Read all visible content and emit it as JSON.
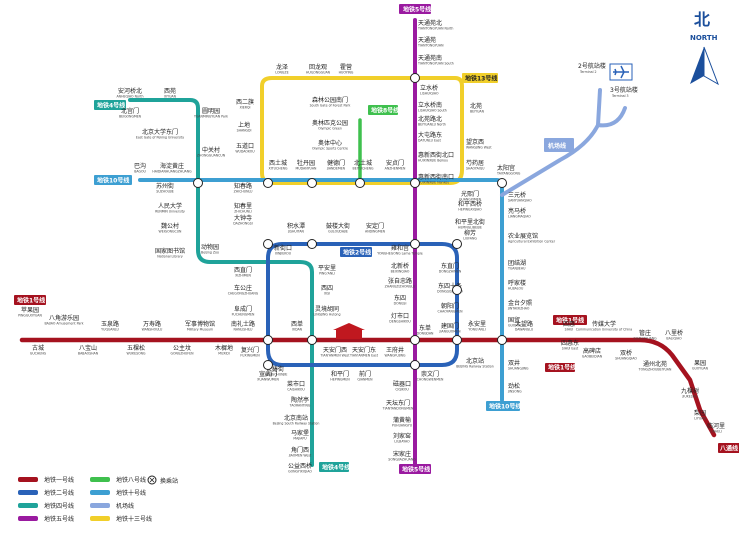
{
  "north": {
    "label": "北",
    "sub": "NORTH"
  },
  "airport": {
    "t2": {
      "cn": "2号航站楼",
      "en": "Terminal 2"
    },
    "t3": {
      "cn": "3号航站楼",
      "en": "Terminal 3"
    }
  },
  "line_tags": {
    "l1_west": "地铁1号线",
    "l1_east": "地铁1号线",
    "l1_mid": "地铁1号线",
    "l2": "地铁2号线",
    "l4_top": "地铁4号线",
    "l4_bot": "地铁4号线",
    "l5_top": "地铁5号线",
    "l5_bot": "地铁5号线",
    "l8": "地铁8号线",
    "l10_left": "地铁10号线",
    "l10_bot": "地铁10号线",
    "l13": "地铁13号线",
    "airport": "机场线",
    "batong": "八通线"
  },
  "colors": {
    "l1": "#a5121f",
    "l2": "#2a62b8",
    "l4": "#1fa39a",
    "l5": "#9a1aa0",
    "l8": "#3fc04e",
    "l10": "#3d9fd2",
    "l13": "#f1cf2a",
    "airport": "#8aa7de"
  },
  "legend": [
    {
      "label": "地铁一号线",
      "color": "#a5121f"
    },
    {
      "label": "地铁八号线",
      "color": "#3fc04e"
    },
    {
      "label": "地铁二号线",
      "color": "#2a62b8"
    },
    {
      "label": "地铁十号线",
      "color": "#3d9fd2"
    },
    {
      "label": "地铁四号线",
      "color": "#1fa39a"
    },
    {
      "label": "机场线",
      "color": "#8aa7de"
    },
    {
      "label": "地铁五号线",
      "color": "#9a1aa0"
    },
    {
      "label": "地铁十三号线",
      "color": "#f1cf2a"
    }
  ],
  "legend_transfer": "换乘站",
  "stations": [
    {
      "cn": "天通苑北",
      "en": "TIANTONGYUAN North"
    },
    {
      "cn": "天通苑",
      "en": "TIANTONGYUAN"
    },
    {
      "cn": "天通苑南",
      "en": "TIANTONGYUAN South"
    },
    {
      "cn": "龙泽",
      "en": "LONGZE"
    },
    {
      "cn": "回龙观",
      "en": "HUILONGGUAN"
    },
    {
      "cn": "霍营",
      "en": "HUOYING"
    },
    {
      "cn": "立水桥",
      "en": "LISHUIQIAO"
    },
    {
      "cn": "立水桥南",
      "en": "LISHUIQIAO South"
    },
    {
      "cn": "北苑",
      "en": "BEIYUAN"
    },
    {
      "cn": "北苑路北",
      "en": "BEIYUANLU North"
    },
    {
      "cn": "望京西",
      "en": "WANGJING West"
    },
    {
      "cn": "大屯路东",
      "en": "DATUNLU East"
    },
    {
      "cn": "惠新西街北口",
      "en": "HUIXINXIJIE Beikou"
    },
    {
      "cn": "芍药居",
      "en": "SHAOYAOJU"
    },
    {
      "cn": "太阳宫",
      "en": "TAIYANGGONG"
    },
    {
      "cn": "三元桥",
      "en": "SANYUANQIAO"
    },
    {
      "cn": "亮马桥",
      "en": "LIANGMAQIAO"
    },
    {
      "cn": "农业展览馆",
      "en": "Agricultural Exhibition Center"
    },
    {
      "cn": "团结湖",
      "en": "TUANJIEHU"
    },
    {
      "cn": "呼家楼",
      "en": "HUJIALOU"
    },
    {
      "cn": "金台夕照",
      "en": "JINTAIXIZHAO"
    },
    {
      "cn": "国贸",
      "en": "GUOMAO"
    },
    {
      "cn": "双井",
      "en": "SHUANGJING"
    },
    {
      "cn": "劲松",
      "en": "JINSONG"
    },
    {
      "cn": "森林公园南门",
      "en": "South Gate of Forest Park"
    },
    {
      "cn": "奥林匹克公园",
      "en": "Olympic Green"
    },
    {
      "cn": "奥体中心",
      "en": "Olympic Sports Centre"
    },
    {
      "cn": "北土城",
      "en": "BEITUCHENG"
    },
    {
      "cn": "安贞门",
      "en": "ANZHENMEN"
    },
    {
      "cn": "惠新西街南口",
      "en": "HUIXINXIJIE Nankou"
    },
    {
      "cn": "健德门",
      "en": "JIANDEMEN"
    },
    {
      "cn": "牡丹园",
      "en": "MUDANYUAN"
    },
    {
      "cn": "西土城",
      "en": "XITUCHENG"
    },
    {
      "cn": "知春路",
      "en": "ZHICHUNLU"
    },
    {
      "cn": "知春里",
      "en": "ZHICHUNLI"
    },
    {
      "cn": "海淀黄庄",
      "en": "HAIDIANHUANGZHUANG"
    },
    {
      "cn": "巴沟",
      "en": "BAGOU"
    },
    {
      "cn": "苏州街",
      "en": "SUZHOUJIE"
    },
    {
      "cn": "西二旗",
      "en": "XIERQI"
    },
    {
      "cn": "上地",
      "en": "SHANGDI"
    },
    {
      "cn": "五道口",
      "en": "WUDAOKOU"
    },
    {
      "cn": "大钟寺",
      "en": "DAZHONGSI"
    },
    {
      "cn": "安河桥北",
      "en": "ANHEQIAO North"
    },
    {
      "cn": "北宫门",
      "en": "BEIGONGMEN"
    },
    {
      "cn": "西苑",
      "en": "XIYUAN"
    },
    {
      "cn": "圆明园",
      "en": "YUANMINGYUAN Park"
    },
    {
      "cn": "北京大学东门",
      "en": "East Gate of Peking University"
    },
    {
      "cn": "中关村",
      "en": "ZHONGGUANCUN"
    },
    {
      "cn": "人民大学",
      "en": "RENMIN University"
    },
    {
      "cn": "魏公村",
      "en": "WEIGONGCUN"
    },
    {
      "cn": "国家图书馆",
      "en": "National Library"
    },
    {
      "cn": "动物园",
      "en": "Beijing Zoo"
    },
    {
      "cn": "积水潭",
      "en": "JISHUITAN"
    },
    {
      "cn": "鼓楼大街",
      "en": "GULOUDAJIE"
    },
    {
      "cn": "安定门",
      "en": "ANDINGMEN"
    },
    {
      "cn": "雍和宫",
      "en": "YONGHEGONG Lama Temple"
    },
    {
      "cn": "新街口",
      "en": "XINJIEKOU"
    },
    {
      "cn": "平安里",
      "en": "PING'ANLI"
    },
    {
      "cn": "西四",
      "en": "XISI"
    },
    {
      "cn": "灵境胡同",
      "en": "LINGJING Hutong"
    },
    {
      "cn": "西直门",
      "en": "XIZHIMEN"
    },
    {
      "cn": "车公庄",
      "en": "CHEGONGZHUANG"
    },
    {
      "cn": "阜成门",
      "en": "FUCHENGMEN"
    },
    {
      "cn": "北新桥",
      "en": "BEIXINQIAO"
    },
    {
      "cn": "张自忠路",
      "en": "ZHANGZIZHONGLU"
    },
    {
      "cn": "东四",
      "en": "DONGSI"
    },
    {
      "cn": "灯市口",
      "en": "DENGSHIKOU"
    },
    {
      "cn": "东直门",
      "en": "DONGZHIMEN"
    },
    {
      "cn": "东四十条",
      "en": "DONGSISHITIAO"
    },
    {
      "cn": "朝阳门",
      "en": "CHAOYANGMEN"
    },
    {
      "cn": "建国门",
      "en": "JIANGUOMEN"
    },
    {
      "cn": "苹果园",
      "en": "PINGGUOYUAN"
    },
    {
      "cn": "古城",
      "en": "GUCHENG"
    },
    {
      "cn": "八角游乐园",
      "en": "BAJIAO Amusement Park"
    },
    {
      "cn": "八宝山",
      "en": "BABAOSHAN"
    },
    {
      "cn": "玉泉路",
      "en": "YUQUANLU"
    },
    {
      "cn": "五棵松",
      "en": "WUKESONG"
    },
    {
      "cn": "万寿路",
      "en": "WANSHOULU"
    },
    {
      "cn": "公主坟",
      "en": "GONGZHUFEN"
    },
    {
      "cn": "军事博物馆",
      "en": "Military Museum"
    },
    {
      "cn": "木樨地",
      "en": "MUXIDI"
    },
    {
      "cn": "南礼士路",
      "en": "NANLISHILU"
    },
    {
      "cn": "复兴门",
      "en": "FUXINGMEN"
    },
    {
      "cn": "西单",
      "en": "XIDAN"
    },
    {
      "cn": "天安门西",
      "en": "TIAN'ANMEN West"
    },
    {
      "cn": "天安门东",
      "en": "TIAN'ANMEN East"
    },
    {
      "cn": "王府井",
      "en": "WANGFUJING"
    },
    {
      "cn": "东单",
      "en": "DONGDAN"
    },
    {
      "cn": "永安里",
      "en": "YONG'ANLI"
    },
    {
      "cn": "大望路",
      "en": "DAWANGLU"
    },
    {
      "cn": "四惠",
      "en": "SIHUI"
    },
    {
      "cn": "四惠东",
      "en": "SIHUI East"
    },
    {
      "cn": "传媒大学",
      "en": "Communication University of China"
    },
    {
      "cn": "高碑店",
      "en": "GAOBEIDIAN"
    },
    {
      "cn": "双桥",
      "en": "SHUANGQIAO"
    },
    {
      "cn": "管庄",
      "en": "GUANZHUANG"
    },
    {
      "cn": "通州北苑",
      "en": "TONGZHOUBEIYUAN"
    },
    {
      "cn": "八里桥",
      "en": "BALIQIAO"
    },
    {
      "cn": "果园",
      "en": "GUOYUAN"
    },
    {
      "cn": "九棵树",
      "en": "JIUKESHU"
    },
    {
      "cn": "梨园",
      "en": "LIYUAN"
    },
    {
      "cn": "临河里",
      "en": "LINHELI"
    },
    {
      "cn": "宣武门",
      "en": "XUANWUMEN"
    },
    {
      "cn": "和平门",
      "en": "HEPINGMEN"
    },
    {
      "cn": "前门",
      "en": "QIANMEN"
    },
    {
      "cn": "崇文门",
      "en": "CHONGWENMEN"
    },
    {
      "cn": "北京站",
      "en": "BEIJING Railway Station"
    },
    {
      "cn": "长椿街",
      "en": "CHANGCHUNJIE"
    },
    {
      "cn": "菜市口",
      "en": "CAISHIKOU"
    },
    {
      "cn": "陶然亭",
      "en": "TAORANTING"
    },
    {
      "cn": "北京南站",
      "en": "Beijing South Railway Station"
    },
    {
      "cn": "马家堡",
      "en": "MAJIAPU"
    },
    {
      "cn": "角门西",
      "en": "JIAOMEN West"
    },
    {
      "cn": "公益西桥",
      "en": "GONGYIXIQIAO"
    },
    {
      "cn": "磁器口",
      "en": "CIQIKOU"
    },
    {
      "cn": "天坛东门",
      "en": "TIANTANDONGMEN"
    },
    {
      "cn": "蒲黄榆",
      "en": "PUHUANGYU"
    },
    {
      "cn": "刘家窑",
      "en": "LIUJIAYAO"
    },
    {
      "cn": "宋家庄",
      "en": "SONGJIAZHUANG"
    },
    {
      "cn": "和平里北街",
      "en": "HEPINGLIBEIJIE"
    },
    {
      "cn": "和平西桥",
      "en": "HEPINGXIQIAO"
    },
    {
      "cn": "柳芳",
      "en": "LIUFANG"
    },
    {
      "cn": "光熙门",
      "en": "GUANGXIMEN"
    }
  ]
}
